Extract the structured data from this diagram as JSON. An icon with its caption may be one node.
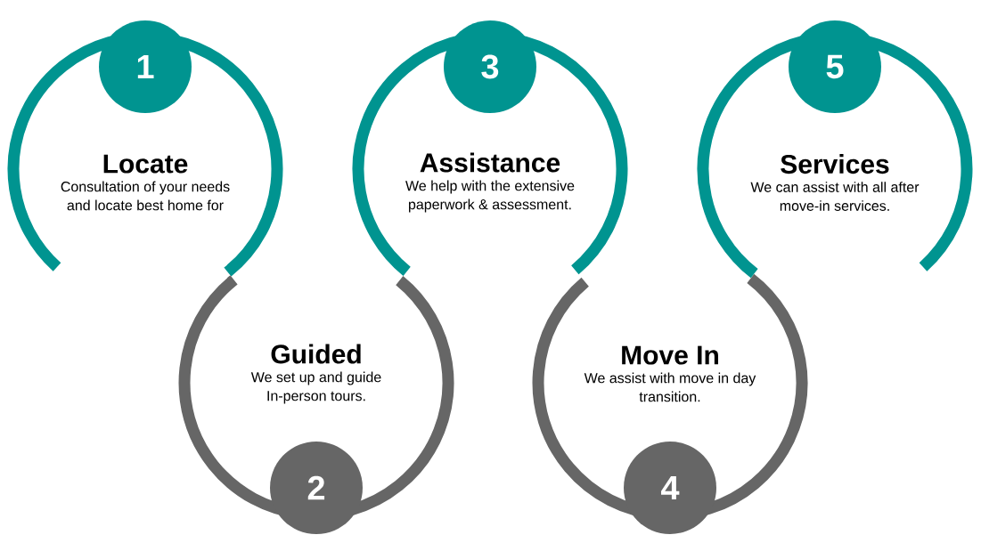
{
  "diagram": {
    "nodes": [
      {
        "text": [
          "1"
        ]
      },
      {
        "text": [
          "Locate",
          "Consultation of your needs and locate best home for"
        ]
      },
      {
        "text": [
          "2"
        ]
      },
      {
        "text": [
          "Guided",
          "We set up and guide In-person tours."
        ]
      },
      {
        "text": [
          "3"
        ]
      },
      {
        "text": [
          "Assistance",
          "We help with the extensive paperwork & assessment."
        ]
      },
      {
        "text": [
          "4"
        ]
      },
      {
        "text": [
          "Move In",
          "We assist with move in day transition."
        ]
      },
      {
        "text": [
          "5"
        ]
      },
      {
        "text": [
          "Services",
          "We can assist with all after move-in services."
        ]
      }
    ]
  }
}
